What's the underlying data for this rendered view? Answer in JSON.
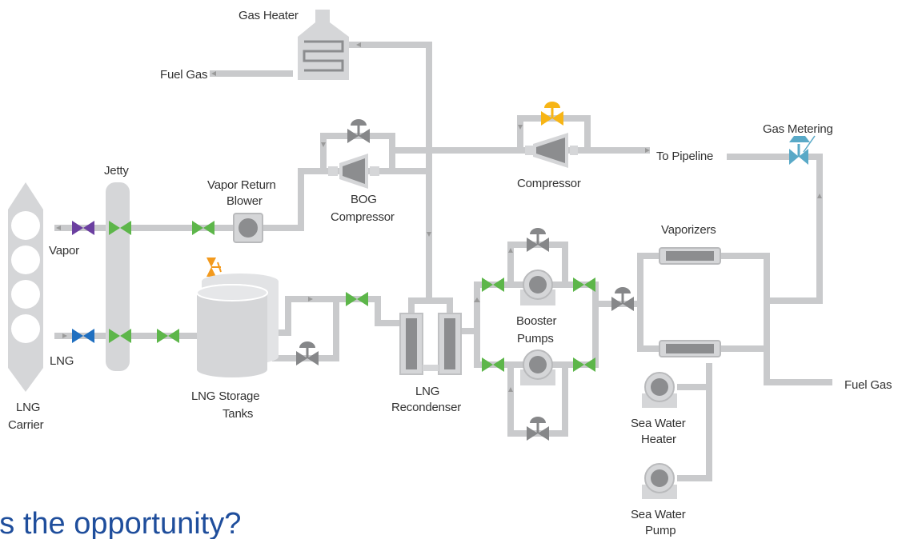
{
  "labels": {
    "gas_heater": "Gas Heater",
    "fuel_gas_top": "Fuel Gas",
    "jetty": "Jetty",
    "vapor_return_blower_1": "Vapor Return",
    "vapor_return_blower_2": "Blower",
    "bog_compressor_1": "BOG",
    "bog_compressor_2": "Compressor",
    "compressor": "Compressor",
    "to_pipeline": "To Pipeline",
    "gas_metering": "Gas Metering",
    "vapor": "Vapor",
    "lng": "LNG",
    "lng_carrier_1": "LNG",
    "lng_carrier_2": "Carrier",
    "lng_storage_1": "LNG Storage",
    "lng_storage_2": "Tanks",
    "lng_recondenser_1": "LNG",
    "lng_recondenser_2": "Recondenser",
    "booster_pumps_1": "Booster",
    "booster_pumps_2": "Pumps",
    "vaporizers": "Vaporizers",
    "fuel_gas_right": "Fuel Gas",
    "sea_water_heater_1": "Sea Water",
    "sea_water_heater_2": "Heater",
    "sea_water_pump_1": "Sea Water",
    "sea_water_pump_2": "Pump"
  },
  "heading": "'s the opportunity?",
  "colors": {
    "pipe": "#c9cacc",
    "valve_green": "#5db64a",
    "valve_purple": "#6b3fa0",
    "valve_blue": "#1f6fc0",
    "valve_yellow": "#f7b516",
    "valve_teal": "#59a9c7",
    "valve_orange": "#f39a1e",
    "heading": "#1f4e9c"
  }
}
